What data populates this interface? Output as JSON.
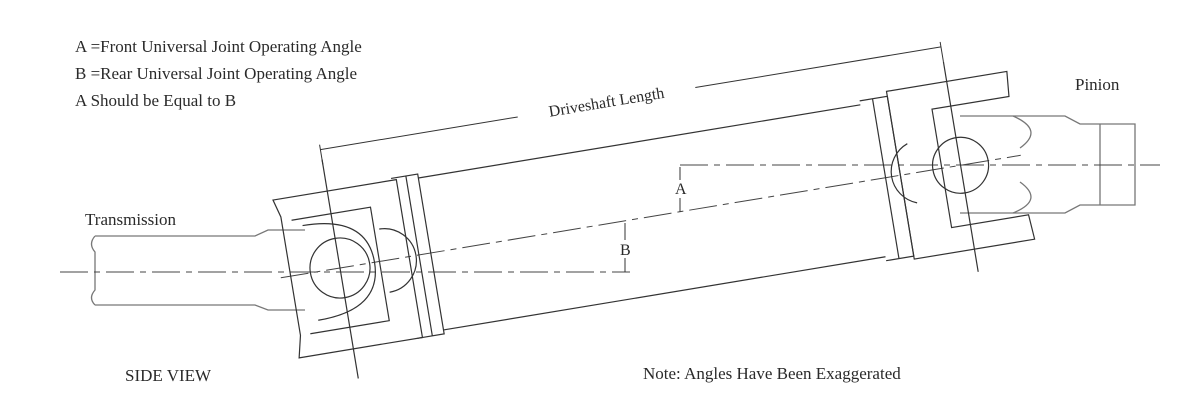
{
  "legend": {
    "line_a": "A =Front Universal Joint Operating Angle",
    "line_b": "B =Rear Universal Joint Operating Angle",
    "line_c": "A Should be Equal to B"
  },
  "labels": {
    "transmission": "Transmission",
    "pinion": "Pinion",
    "driveshaft_length": "Driveshaft Length",
    "angle_a": "A",
    "angle_b": "B",
    "side_view": "SIDE VIEW",
    "note": "Note: Angles Have Been Exaggerated"
  }
}
